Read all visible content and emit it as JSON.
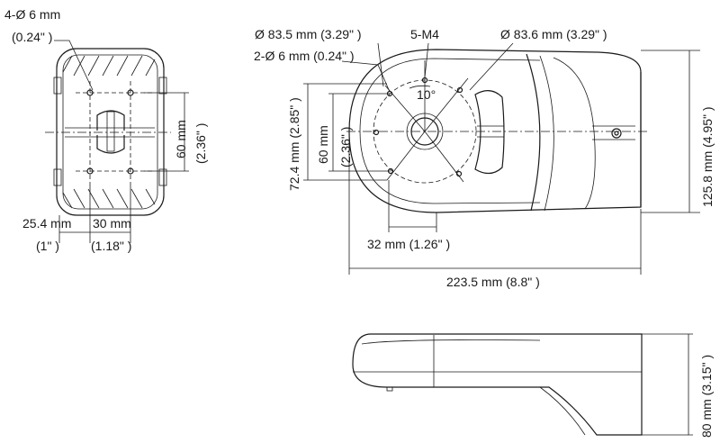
{
  "diagram": {
    "line_color": "#1a1a1a",
    "background": "#ffffff",
    "back_view": {
      "hole_label": "4-Ø 6 mm",
      "hole_label_inch": "(0.24\" )",
      "vertical_dim": "60 mm",
      "vertical_dim_inch": "(2.36\" )",
      "bottom_dim_left": "25.4 mm",
      "bottom_dim_left_inch": "(1\" )",
      "bottom_dim_right": "30 mm",
      "bottom_dim_right_inch": "(1.18\" )"
    },
    "top_view": {
      "dia_left": "Ø 83.5 mm (3.29\" )",
      "holes": "2-Ø 6 mm (0.24\" )",
      "screws": "5-M4",
      "dia_right": "Ø 83.6 mm (3.29\" )",
      "angle": "10°",
      "height_outer": "72.4 mm (2.85\" )",
      "height_inner": "60 mm",
      "height_inner_inch": "(2.36\" )",
      "offset": "32 mm (1.26\" )",
      "length": "223.5 mm (8.8\" )",
      "total_height": "125.8 mm (4.95\" )"
    },
    "side_view": {
      "height": "80 mm (3.15\" )"
    }
  }
}
